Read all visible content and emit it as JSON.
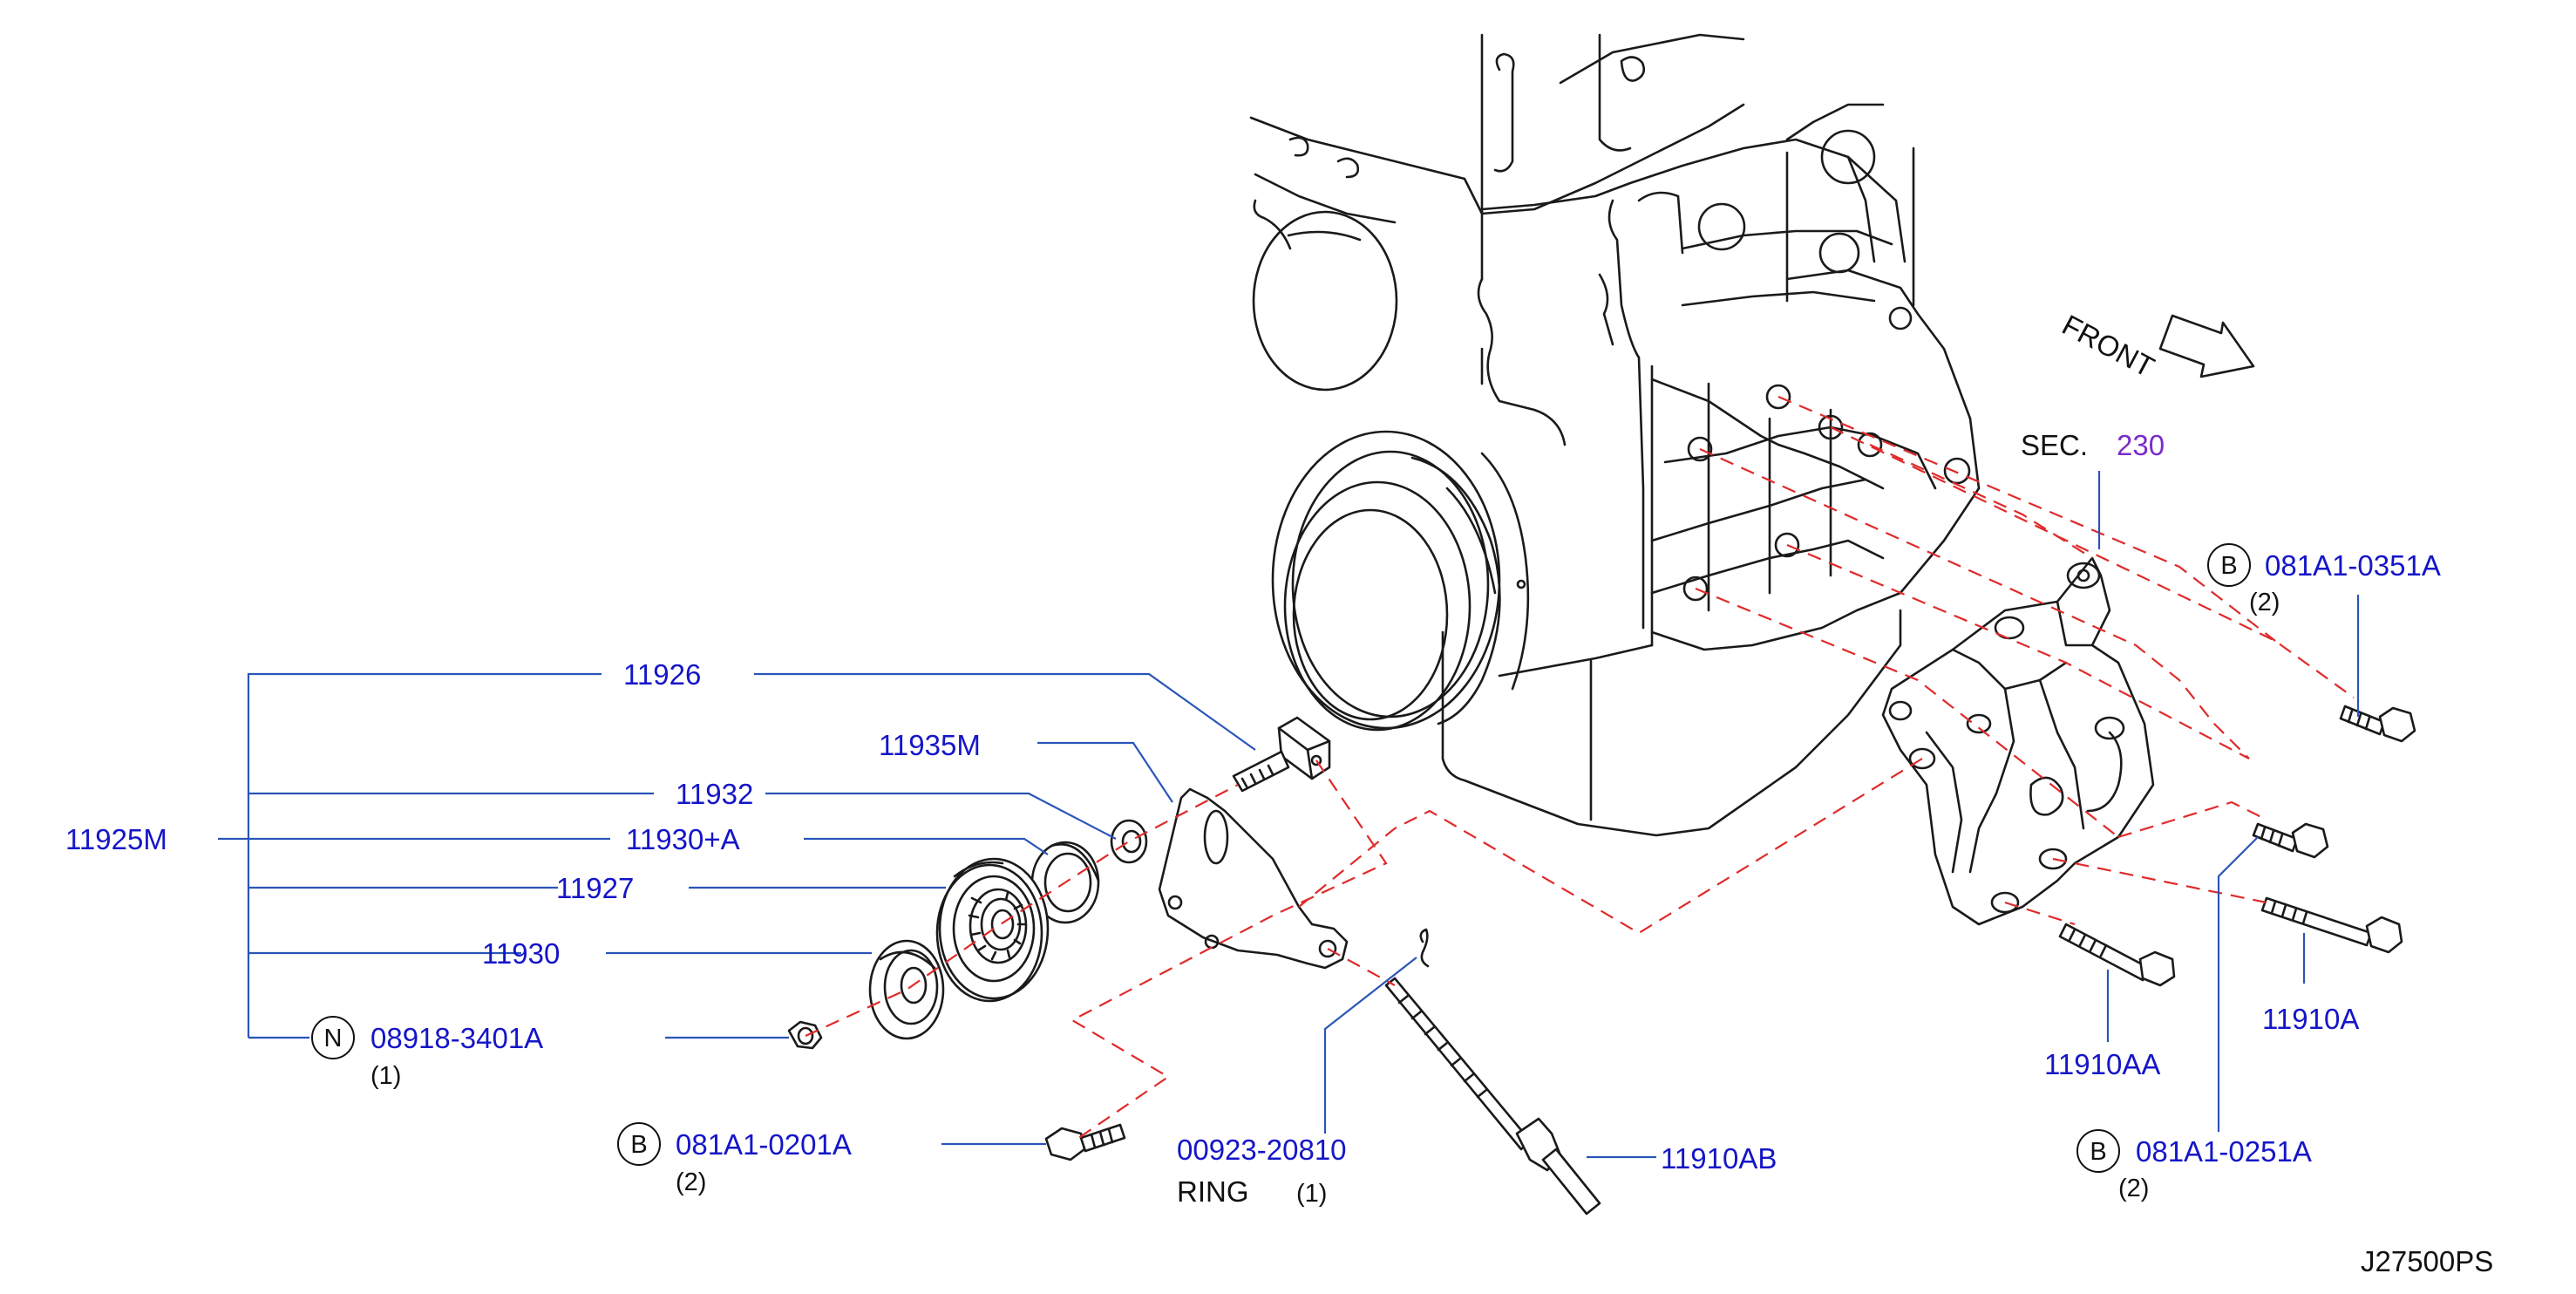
{
  "diagram_code": "J27500PS",
  "front_label": "FRONT",
  "section_ref": {
    "prefix": "SEC.",
    "number": "230"
  },
  "callouts": {
    "assembly": "11925M",
    "bracket_bolt": "11926",
    "bracket": "11935M",
    "spacer": "11932",
    "bearing_kit": "11930+A",
    "pulley": "11927",
    "washer": "11930",
    "nut": {
      "prefix": "N",
      "part": "08918-3401A",
      "qty": "(1)"
    },
    "bolt_0201": {
      "prefix": "B",
      "part": "081A1-0201A",
      "qty": "(2)"
    },
    "ring": {
      "part": "00923-20810",
      "name": "RING",
      "qty": "(1)"
    },
    "adjust_bolt": "11910AB",
    "bolt_0351": {
      "prefix": "B",
      "part": "081A1-0351A",
      "qty": "(2)"
    },
    "bolt_0251": {
      "prefix": "B",
      "part": "081A1-0251A",
      "qty": "(2)"
    },
    "bolt_aa": "11910AA",
    "bolt_a": "11910A"
  }
}
